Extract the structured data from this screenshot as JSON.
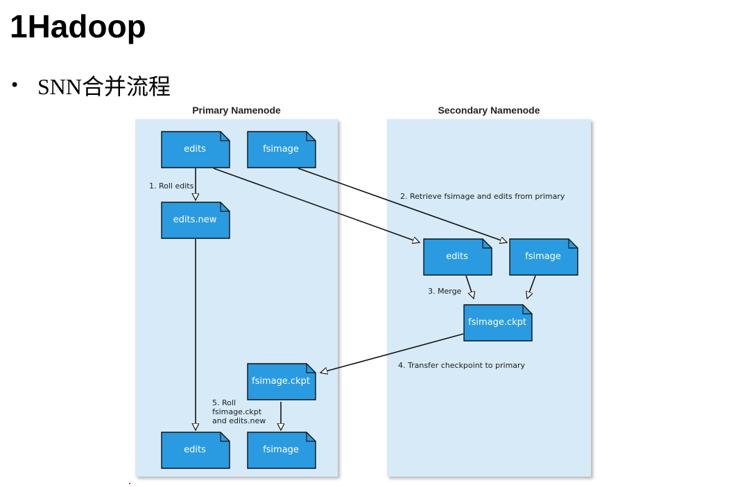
{
  "slide": {
    "title": "1Hadoop",
    "bullet": "SNN合并流程"
  },
  "diagram": {
    "primary_title": "Primary Namenode",
    "secondary_title": "Secondary Namenode",
    "files": {
      "p_edits": "edits",
      "p_fsimage": "fsimage",
      "p_edits_new": "edits.new",
      "s_edits": "edits",
      "s_fsimage": "fsimage",
      "s_ckpt": "fsimage.ckpt",
      "p_ckpt": "fsimage.ckpt",
      "p_edits_final": "edits",
      "p_fsimage_final": "fsimage"
    },
    "steps": {
      "roll_edits": "1. Roll edits",
      "retrieve": "2. Retrieve fsimage and edits from primary",
      "merge": "3. Merge",
      "transfer": "4. Transfer checkpoint to primary",
      "roll_line1": "5. Roll",
      "roll_line2": "fsimage.ckpt",
      "roll_line3": "and edits.new"
    }
  },
  "colors": {
    "panel_bg": "#d6eaf8",
    "doc_fill": "#2a9be0",
    "doc_stroke": "#111111"
  }
}
